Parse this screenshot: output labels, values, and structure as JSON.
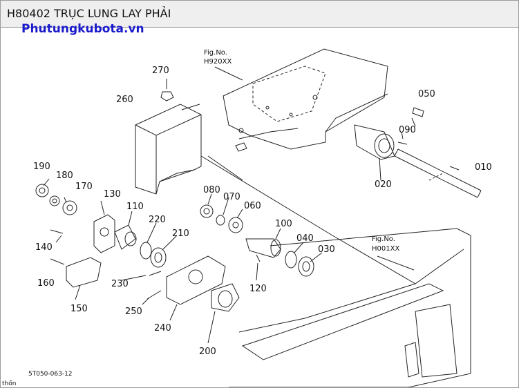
{
  "header": {
    "title": "H80402 TRỤC LUNG LAY PHẢI",
    "watermark": "Phutungkubota.vn"
  },
  "diagram": {
    "fig_refs": [
      {
        "label": "Fig.No.",
        "code": "H920XX"
      },
      {
        "label": "Fig.No.",
        "code": "H001XX"
      }
    ],
    "parts": [
      "270",
      "260",
      "050",
      "090",
      "010",
      "020",
      "190",
      "180",
      "170",
      "130",
      "110",
      "220",
      "210",
      "080",
      "070",
      "060",
      "100",
      "040",
      "030",
      "140",
      "160",
      "150",
      "230",
      "250",
      "240",
      "200",
      "120"
    ],
    "drawing_code": "5T050-063-12",
    "corner_text": "thốn"
  }
}
